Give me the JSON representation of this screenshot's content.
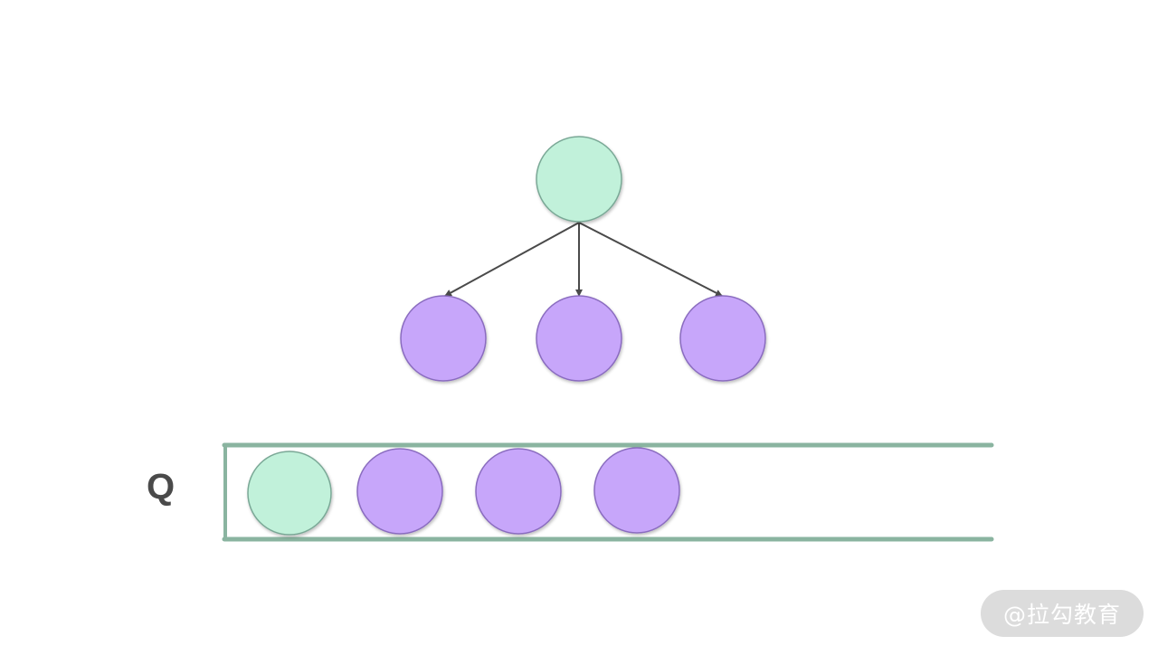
{
  "queue": {
    "label": "Q",
    "items": [
      "visited",
      "child",
      "child",
      "child"
    ]
  },
  "tree": {
    "root": {
      "state": "visited"
    },
    "children": [
      {
        "state": "child"
      },
      {
        "state": "child"
      },
      {
        "state": "child"
      }
    ]
  },
  "colors": {
    "visited_fill": "#c1f1da",
    "visited_stroke": "#7aa896",
    "child_fill": "#c7a6fa",
    "child_stroke": "#8a6cbf",
    "queue_border": "#8ab4a0",
    "edge": "#4a4a4a"
  },
  "watermark": {
    "text": "@拉勾教育"
  }
}
